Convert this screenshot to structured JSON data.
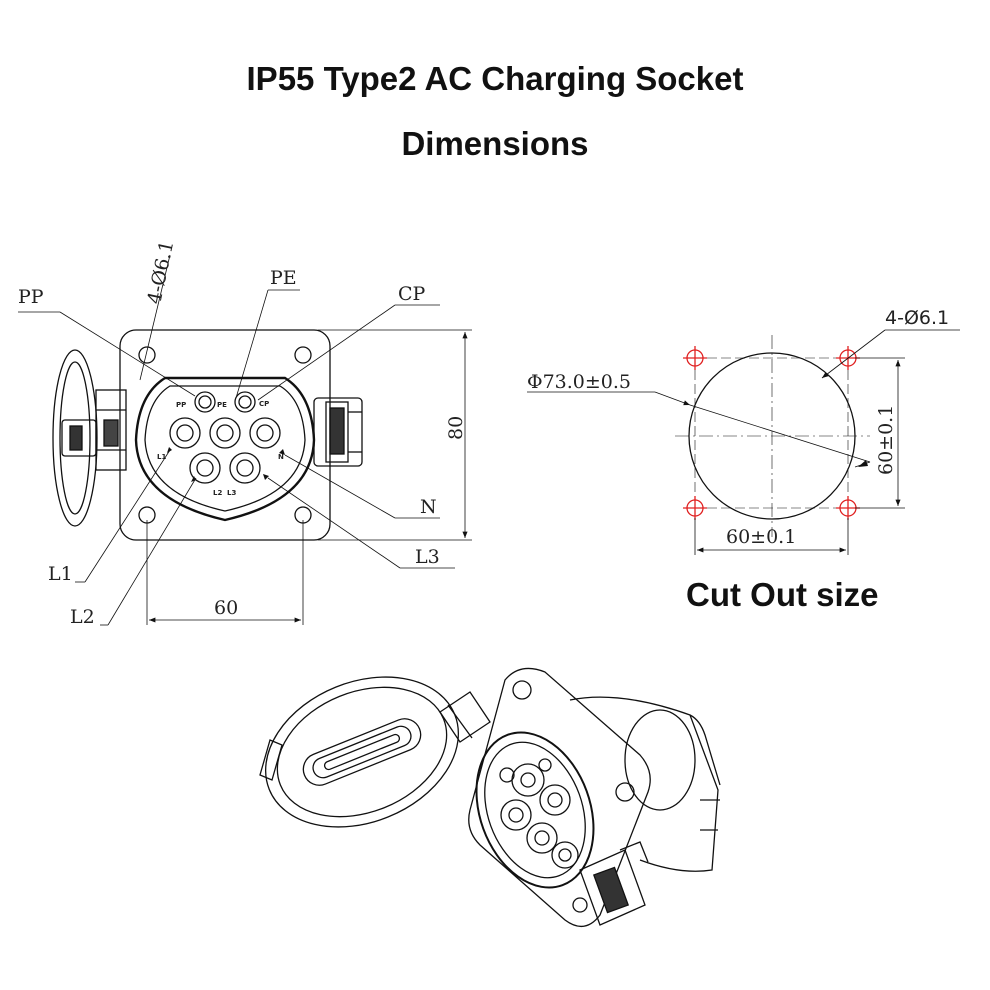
{
  "title": "IP55 Type2 AC Charging Socket",
  "subtitle": "Dimensions",
  "front_view": {
    "hole_callout": "4-Ø6.1",
    "labels": {
      "pp": "PP",
      "pe": "PE",
      "cp": "CP",
      "n": "N",
      "l1": "L1",
      "l2": "L2",
      "l3": "L3"
    },
    "pin_labels": {
      "pp": "PP",
      "pe": "PE",
      "cp": "CP",
      "l1": "L1",
      "n": "N",
      "l2": "L2",
      "l3": "L3"
    },
    "dim_height": "80",
    "dim_width": "60"
  },
  "cutout": {
    "hole_callout": "4-Ø6.1",
    "diameter": "Φ73.0±0.5",
    "dim_height": "60±0.1",
    "dim_width": "60±0.1",
    "caption": "Cut Out size",
    "hole_marker_color": "#e02020"
  }
}
